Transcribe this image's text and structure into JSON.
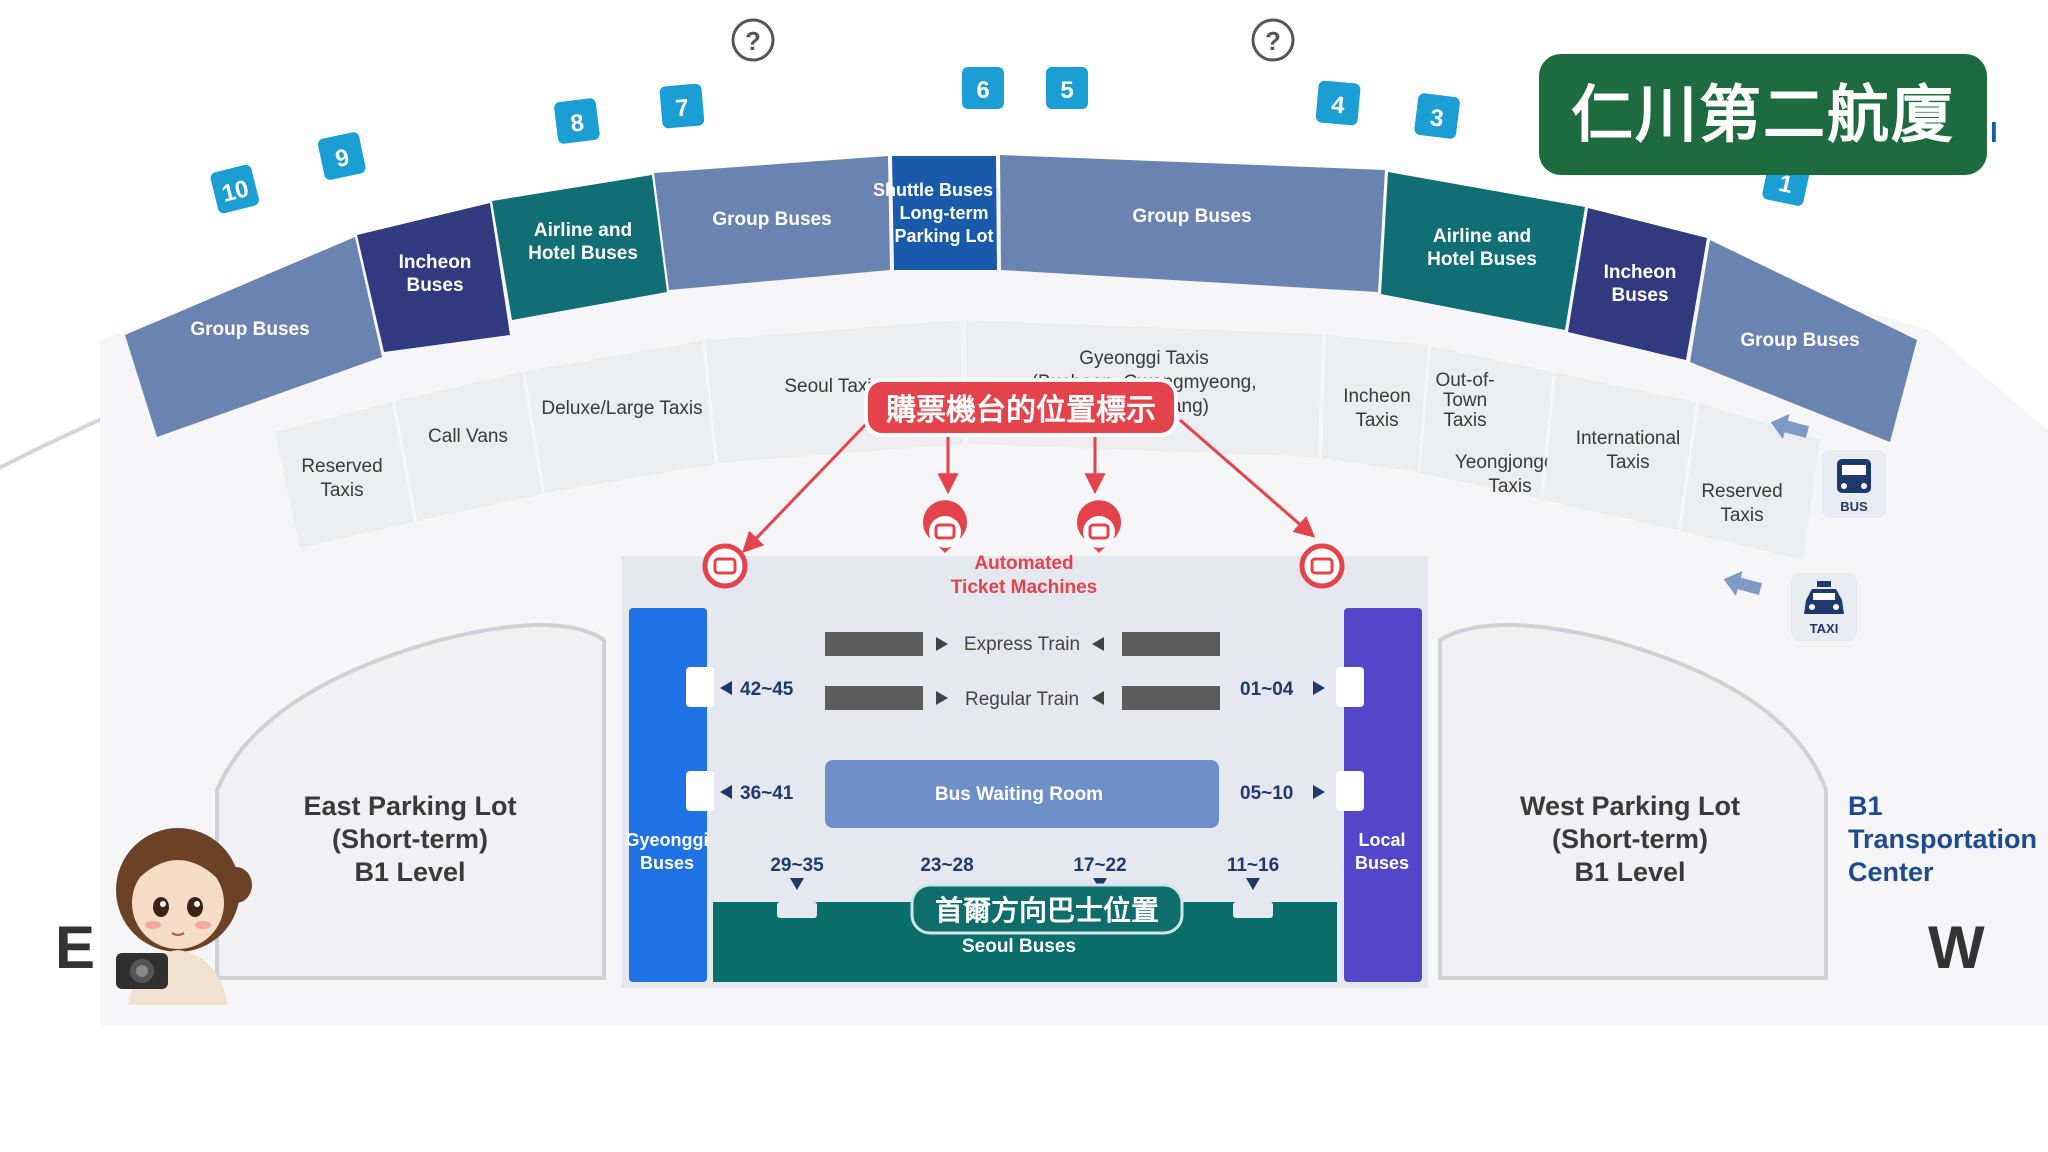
{
  "title": {
    "banner": "仁川第二航廈",
    "tail_fragment": "l"
  },
  "help_icon": "?",
  "gates": [
    "10",
    "9",
    "8",
    "7",
    "6",
    "5",
    "4",
    "3",
    "1"
  ],
  "bus_zones": {
    "group_buses_left": "Group Buses",
    "incheon_buses_left": [
      "Incheon",
      "Buses"
    ],
    "airline_hotel_left": [
      "Airline and",
      "Hotel Buses"
    ],
    "group_buses_center_left": "Group Buses",
    "shuttle": [
      "Shuttle Buses to",
      "Long-term",
      "Parking Lot"
    ],
    "group_buses_center_right": "Group Buses",
    "airline_hotel_right": [
      "Airline and",
      "Hotel Buses"
    ],
    "incheon_buses_right": [
      "Incheon",
      "Buses"
    ],
    "group_buses_right": "Group Buses"
  },
  "taxi_zones": {
    "reserved_left": [
      "Reserved",
      "Taxis"
    ],
    "call_vans": "Call Vans",
    "deluxe_large": "Deluxe/Large Taxis",
    "seoul_taxi": "Seoul Taxi",
    "gyeonggi": [
      "Gyeonggi Taxis",
      "(Bucheon, Gwangmyeong,",
      "ang)"
    ],
    "incheon_taxis": [
      "Incheon",
      "Taxis"
    ],
    "out_of_town": [
      "Out-of-",
      "Town",
      "Taxis"
    ],
    "yeongjongdo": [
      "Yeongjongdo",
      "Taxis"
    ],
    "international": [
      "International",
      "Taxis"
    ],
    "reserved_right": [
      "Reserved",
      "Taxis"
    ]
  },
  "annotations": {
    "ticket_machine_callout": "購票機台的位置標示",
    "seoul_bus_callout": "首爾方向巴士位置"
  },
  "center": {
    "ticket_machines": [
      "Automated",
      "Ticket Machines"
    ],
    "express_train": "Express Train",
    "regular_train": "Regular Train",
    "bus_waiting_room": "Bus Waiting Room",
    "gyeonggi_buses": [
      "Gyeonggi",
      "Buses"
    ],
    "local_buses": [
      "Local",
      "Buses"
    ],
    "seoul_buses": "Seoul Buses",
    "left_ranges": [
      "42~45",
      "36~41"
    ],
    "right_ranges": [
      "01~04",
      "05~10"
    ],
    "bottom_ranges": [
      "29~35",
      "23~28",
      "17~22",
      "11~16"
    ]
  },
  "parking": {
    "east": [
      "East Parking Lot",
      "(Short-term)",
      "B1 Level"
    ],
    "west": [
      "West Parking Lot",
      "(Short-term)",
      "B1 Level"
    ]
  },
  "transport_center": [
    "B1",
    "Transportation",
    "Center"
  ],
  "icons": {
    "bus_label": "BUS",
    "taxi_label": "TAXI"
  },
  "compass": {
    "east": "E",
    "west": "W"
  },
  "colors": {
    "group": "#6b83b0",
    "incheon": "#31397f",
    "airline": "#106e74",
    "shuttle": "#1a5aab",
    "gate": "#1a9ed4",
    "gyeonggi_bus": "#1e72e6",
    "local_bus": "#5346c9",
    "seoul_bus": "#0a6e6b",
    "waiting_room": "#6f8fc8",
    "callout": "#e5434c",
    "banner": "#1d6b3e"
  }
}
